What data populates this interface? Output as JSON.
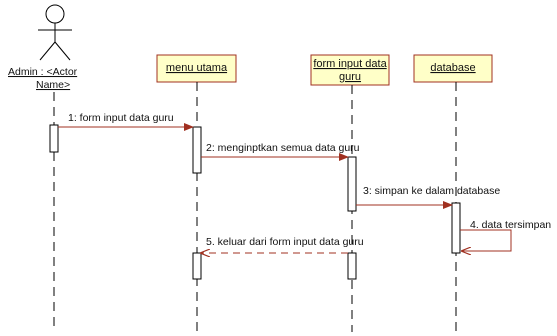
{
  "actor": {
    "line1": "Admin : <Actor",
    "line2": "Name>"
  },
  "lifelines": [
    {
      "id": "menu",
      "label_lines": [
        "menu utama"
      ]
    },
    {
      "id": "form",
      "label_lines": [
        "form input data",
        "guru"
      ]
    },
    {
      "id": "db",
      "label_lines": [
        "database"
      ]
    }
  ],
  "messages": [
    {
      "label": "1: form input data guru",
      "from": "actor",
      "to": "menu",
      "kind": "sync"
    },
    {
      "label": "2: menginptkan semua data guru",
      "from": "menu",
      "to": "form",
      "kind": "sync"
    },
    {
      "label": "3: simpan ke dalam database",
      "from": "form",
      "to": "db",
      "kind": "sync"
    },
    {
      "label": "4. data tersimpan",
      "from": "db",
      "to": "db",
      "kind": "self"
    },
    {
      "label": "5. keluar dari form input data guru",
      "from": "form",
      "to": "menu",
      "kind": "return"
    }
  ],
  "colors": {
    "header_fill": "#ffffc8",
    "header_stroke": "#a03020",
    "line": "#000000",
    "message_line": "#a03020",
    "activation_fill": "#ffffff"
  }
}
